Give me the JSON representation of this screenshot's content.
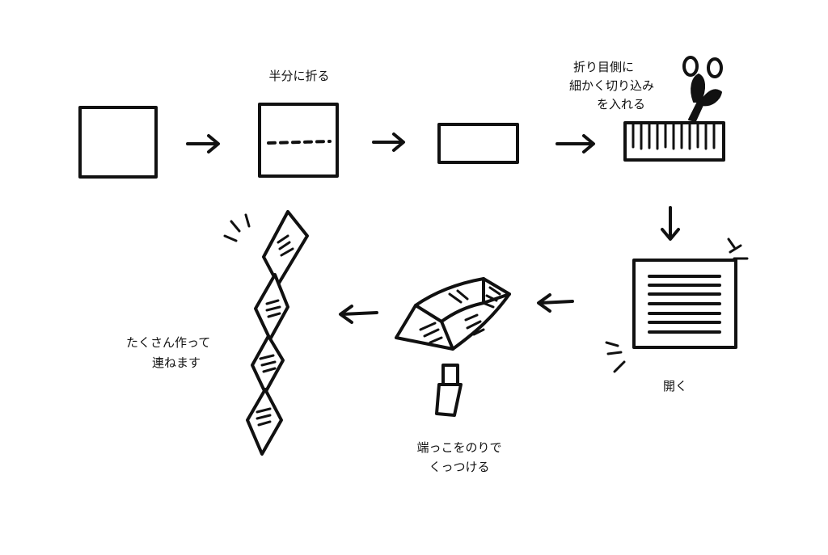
{
  "steps": {
    "fold_half": "半分に折る",
    "cut_line1": "折り目側に",
    "cut_line2": "細かく切り込み",
    "cut_line3": "を入れる",
    "open": "開く",
    "glue_line1": "端っこをのりで",
    "glue_line2": "くっつける",
    "connect_line1": "たくさん作って",
    "connect_line2": "連ねます"
  },
  "colors": {
    "ink": "#111111",
    "paper": "#ffffff"
  },
  "icons": [
    "square-paper-icon",
    "arrow-right-icon",
    "scissors-icon",
    "glue-stick-icon",
    "arrow-down-icon",
    "arrow-left-icon"
  ]
}
